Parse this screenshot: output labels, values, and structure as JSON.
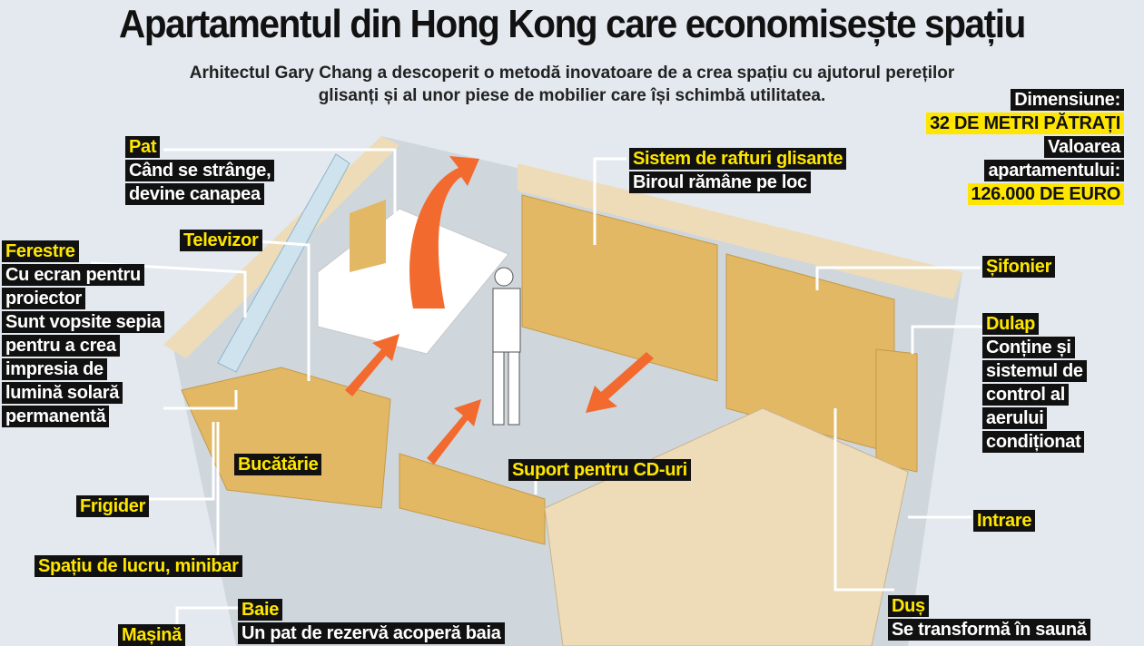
{
  "title": "Apartamentul din Hong Kong care economisește spațiu",
  "subtitle": [
    "Arhitectul Gary Chang a descoperit o metodă inovatoare de a crea spațiu cu ajutorul pereților",
    "glisanți și al unor piese de mobilier care își schimbă utilitatea."
  ],
  "facts": {
    "dim_label": "Dimensiune:",
    "dim_value": "32 DE METRI PĂTRAȚI",
    "val_label_1": "Valoarea",
    "val_label_2": "apartamentului:",
    "val_value": "126.000 DE EURO"
  },
  "labels": {
    "pat": {
      "title": "Pat",
      "lines": [
        "Când se strânge,",
        "devine canapea"
      ]
    },
    "ferestre": {
      "title": "Ferestre",
      "lines": [
        "Cu ecran pentru",
        "proiector",
        "Sunt vopsite sepia",
        "pentru a crea",
        "impresia de",
        "lumină solară",
        "permanentă"
      ]
    },
    "televizor": {
      "title": "Televizor"
    },
    "rafturi": {
      "title": "Sistem de rafturi glisante",
      "lines": [
        "Biroul rămâne pe loc"
      ]
    },
    "sifonier": {
      "title": "Șifonier"
    },
    "dulap": {
      "title": "Dulap",
      "lines": [
        "Conține și",
        "sistemul de",
        "control al",
        "aerului",
        "condiționat"
      ]
    },
    "bucatarie": {
      "title": "Bucătărie"
    },
    "frigider": {
      "title": "Frigider"
    },
    "cd": {
      "title": "Suport pentru CD-uri"
    },
    "intrare": {
      "title": "Intrare"
    },
    "lucru": {
      "title": "Spațiu de lucru, minibar"
    },
    "baie": {
      "title": "Baie",
      "lines": [
        "Un pat de rezervă acoperă baia"
      ]
    },
    "masina": {
      "title": "Mașină"
    },
    "dus": {
      "title": "Duș",
      "lines": [
        "Se transformă în saună"
      ]
    }
  },
  "colors": {
    "accent": "#ffe600",
    "label_bg": "#111111",
    "furniture": "#e2b865",
    "arrow": "#f26a2e"
  }
}
